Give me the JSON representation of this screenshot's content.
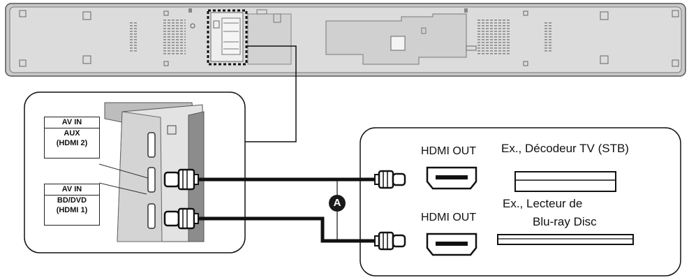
{
  "soundbar": {
    "name": "soundbar-rear-panel"
  },
  "terminal_panel": {
    "inputs": [
      {
        "title": "AV IN",
        "sub1": "AUX",
        "sub2": "(HDMI 2)"
      },
      {
        "title": "AV IN",
        "sub1": "BD/DVD",
        "sub2": "(HDMI 1)"
      }
    ]
  },
  "devices": {
    "stb": {
      "port_label": "HDMI OUT",
      "name": "Ex., Décodeur TV (STB)"
    },
    "bluray": {
      "port_label": "HDMI OUT",
      "name_line1": "Ex., Lecteur de",
      "name_line2": "Blu-ray Disc"
    }
  },
  "cable_marker": "A",
  "colors": {
    "line": "#1a1a1a",
    "panel_fill": "#e3e3e3",
    "panel_dark": "#8c8c8c",
    "bar_fill": "#d7d7d7"
  }
}
